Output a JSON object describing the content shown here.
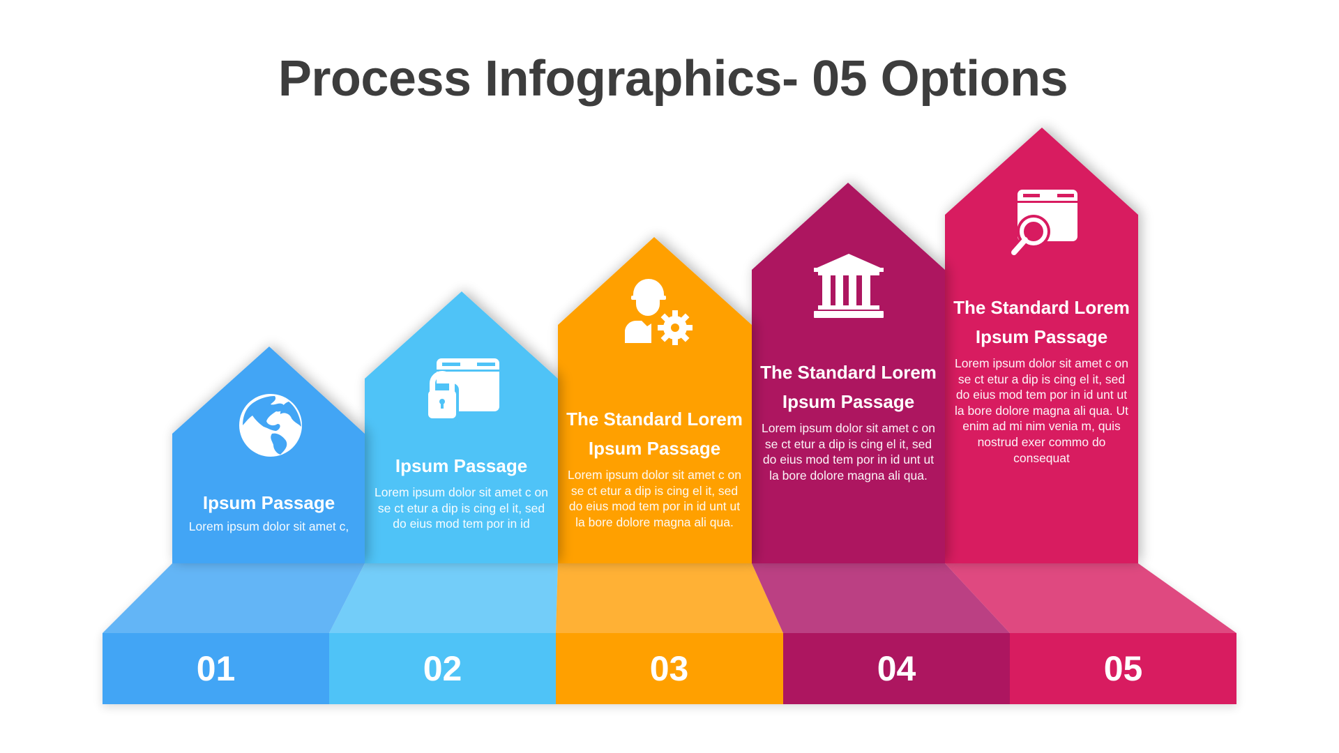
{
  "title": "Process Infographics- 05 Options",
  "steps": [
    {
      "number": "01",
      "icon": "globe-icon",
      "heading_line1": "",
      "heading_line2": "Ipsum Passage",
      "body": "Lorem ipsum dolor sit  amet c,",
      "color": "#42a5f5",
      "color_light": "#64b5f6"
    },
    {
      "number": "02",
      "icon": "locked-box-icon",
      "heading_line1": "",
      "heading_line2": "Ipsum Passage",
      "body": "Lorem ipsum dolor sit  amet c on se ct etur  a dip is cing el it, sed do eius mod tem por in id",
      "color": "#4fc3f7",
      "color_light": "#73cdf9"
    },
    {
      "number": "03",
      "icon": "engineer-gear-icon",
      "heading_line1": "The Standard Lorem",
      "heading_line2": "Ipsum Passage",
      "body": "Lorem ipsum dolor sit  amet c on se ct etur  a dip is cing el it, sed do eius mod tem por in id unt ut la bore dolore magna ali qua.",
      "color": "#ffa000",
      "color_light": "#ffb134"
    },
    {
      "number": "04",
      "icon": "bank-building-icon",
      "heading_line1": "The Standard Lorem",
      "heading_line2": "Ipsum Passage",
      "body": "Lorem ipsum dolor sit  amet c on se ct etur  a dip is cing el it, sed do eius mod tem por in id unt ut la bore dolore magna ali qua.",
      "color": "#ad1361",
      "color_light": "#bb3f83"
    },
    {
      "number": "05",
      "icon": "box-search-icon",
      "heading_line1": "The Standard Lorem",
      "heading_line2": "Ipsum Passage",
      "body": "Lorem ipsum dolor sit  amet c on se ct etur  a dip is cing el it, sed do eius mod tem por in id unt ut la bore dolore magna ali qua. Ut enim ad mi nim venia m, quis nostrud exer commo do consequat",
      "color": "#d81b60",
      "color_light": "#df4a80"
    }
  ],
  "colors": {
    "title": "#3d3d3d",
    "background": "#ffffff",
    "text_on_shape": "#ffffff"
  }
}
